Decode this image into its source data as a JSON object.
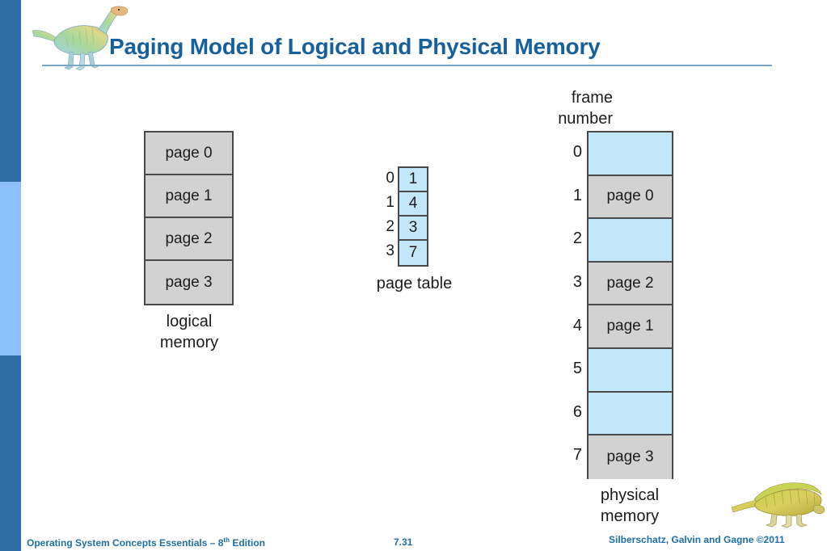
{
  "slide": {
    "title": "Paging Model of Logical and Physical Memory",
    "title_color": "#16609E",
    "rail_dark_color": "#2E6DA4",
    "rail_light_color": "#8CC0FA",
    "free_frame_color": "#C2E7F9",
    "used_frame_color": "#D2D2D2"
  },
  "decor": {
    "dino_top": "dinosaur-illustration",
    "dino_bottom": "dinosaur-illustration"
  },
  "logical_memory": {
    "caption_line1": "logical",
    "caption_line2": "memory",
    "cells": [
      {
        "label": "page 0"
      },
      {
        "label": "page 1"
      },
      {
        "label": "page 2"
      },
      {
        "label": "page 3"
      }
    ]
  },
  "page_table": {
    "caption": "page table",
    "indices": [
      "0",
      "1",
      "2",
      "3"
    ],
    "values": [
      "1",
      "4",
      "3",
      "7"
    ]
  },
  "physical_memory": {
    "header_line1": "frame",
    "header_line2": "number",
    "caption_line1": "physical",
    "caption_line2": "memory",
    "indices": [
      "0",
      "1",
      "2",
      "3",
      "4",
      "5",
      "6",
      "7"
    ],
    "cells": [
      {
        "label": "",
        "state": "free"
      },
      {
        "label": "page 0",
        "state": "used"
      },
      {
        "label": "",
        "state": "free"
      },
      {
        "label": "page 2",
        "state": "used"
      },
      {
        "label": "page 1",
        "state": "used"
      },
      {
        "label": "",
        "state": "free"
      },
      {
        "label": "",
        "state": "free"
      },
      {
        "label": "page 3",
        "state": "used"
      }
    ]
  },
  "footer": {
    "left_pre": "Operating System Concepts Essentials – 8",
    "left_sup": "th",
    "left_post": " Edition",
    "page_number": "7.31",
    "right": "Silberschatz, Galvin and Gagne ©2011"
  }
}
